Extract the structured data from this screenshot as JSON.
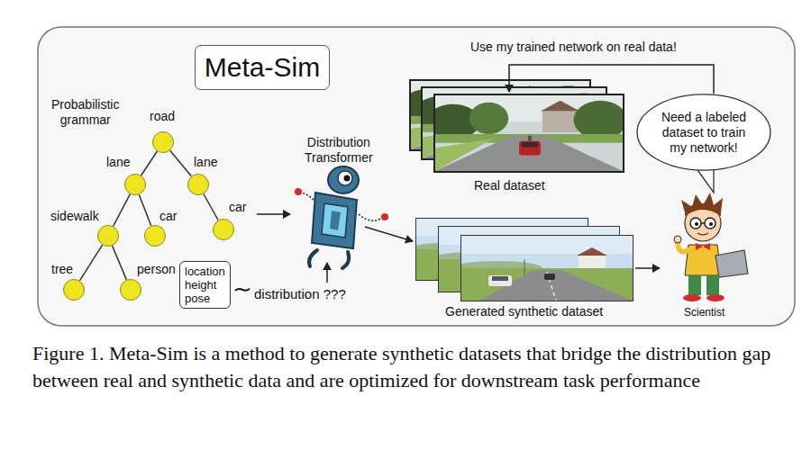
{
  "diagram": {
    "title": "Meta-Sim",
    "caption": "Figure 1. Meta-Sim is a method to generate synthetic datasets that bridge the distribution gap between real and synthetic data and are optimized for downstream task performance",
    "nodes": [
      {
        "text": [
          "road"
        ]
      },
      {
        "text": [
          "lane"
        ]
      },
      {
        "text": [
          "lane"
        ]
      },
      {
        "text": [
          "sidewalk"
        ]
      },
      {
        "text": [
          "car"
        ]
      },
      {
        "text": [
          "car"
        ]
      },
      {
        "text": [
          "tree"
        ]
      },
      {
        "text": [
          "person"
        ]
      },
      {
        "text": [
          "location height pose"
        ]
      },
      {
        "text": [
          "Need a labeled dataset to train my network!"
        ]
      }
    ],
    "edges": [
      {
        "from": 0,
        "to": 1,
        "arrow": "none"
      },
      {
        "from": 0,
        "to": 2,
        "arrow": "none"
      },
      {
        "from": 1,
        "to": 3,
        "arrow": "none"
      },
      {
        "from": 1,
        "to": 4,
        "arrow": "none"
      },
      {
        "from": 2,
        "to": 5,
        "arrow": "none"
      },
      {
        "from": 3,
        "to": 6,
        "arrow": "none"
      },
      {
        "from": 3,
        "to": 7,
        "arrow": "none"
      }
    ],
    "labels": [
      "Probabilistic grammar",
      "Distribution Transformer",
      "∼",
      "distribution ???",
      "Use my trained network on real data!",
      "Real dataset",
      "Generated synthetic dataset",
      "Scientist"
    ]
  }
}
